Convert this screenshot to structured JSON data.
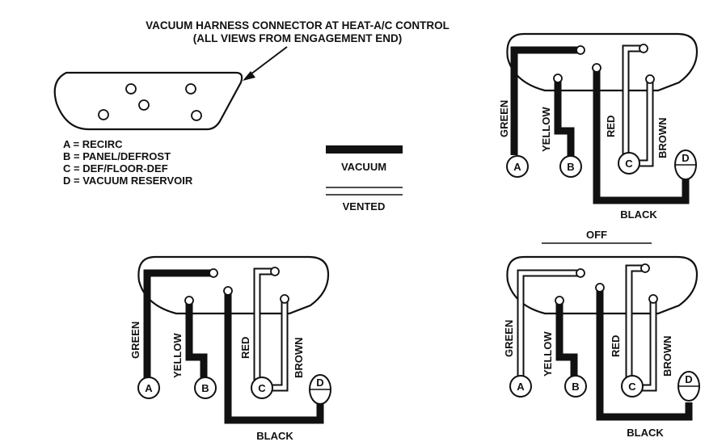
{
  "title": {
    "line1": "VACUUM HARNESS CONNECTOR AT HEAT-A/C CONTROL",
    "line2": "(ALL VIEWS FROM ENGAGEMENT END)"
  },
  "key": [
    "A  =  RECIRC",
    "B  =  PANEL/DEFROST",
    "C  =  DEF/FLOOR-DEF",
    "D  =  VACUUM RESERVOIR"
  ],
  "legend": {
    "vacuum": "VACUUM",
    "vented": "VENTED"
  },
  "wire_labels": {
    "green": "GREEN",
    "yellow": "YELLOW",
    "red": "RED",
    "brown": "BROWN",
    "black": "BLACK"
  },
  "ports": {
    "a": "A",
    "b": "B",
    "c": "C",
    "d": "D"
  },
  "mode_label": "OFF",
  "views": [
    {
      "id": "top-right",
      "green": "vacuum",
      "yellow": "vacuum",
      "red": "vented",
      "brown": "vented",
      "black": "vacuum"
    },
    {
      "id": "bottom-left",
      "green": "vacuum",
      "yellow": "vacuum",
      "red": "vented",
      "brown": "vented",
      "black": "vacuum"
    },
    {
      "id": "bottom-right-off",
      "green": "vented",
      "yellow": "vacuum",
      "red": "vented",
      "brown": "vented",
      "black": "vacuum"
    }
  ]
}
